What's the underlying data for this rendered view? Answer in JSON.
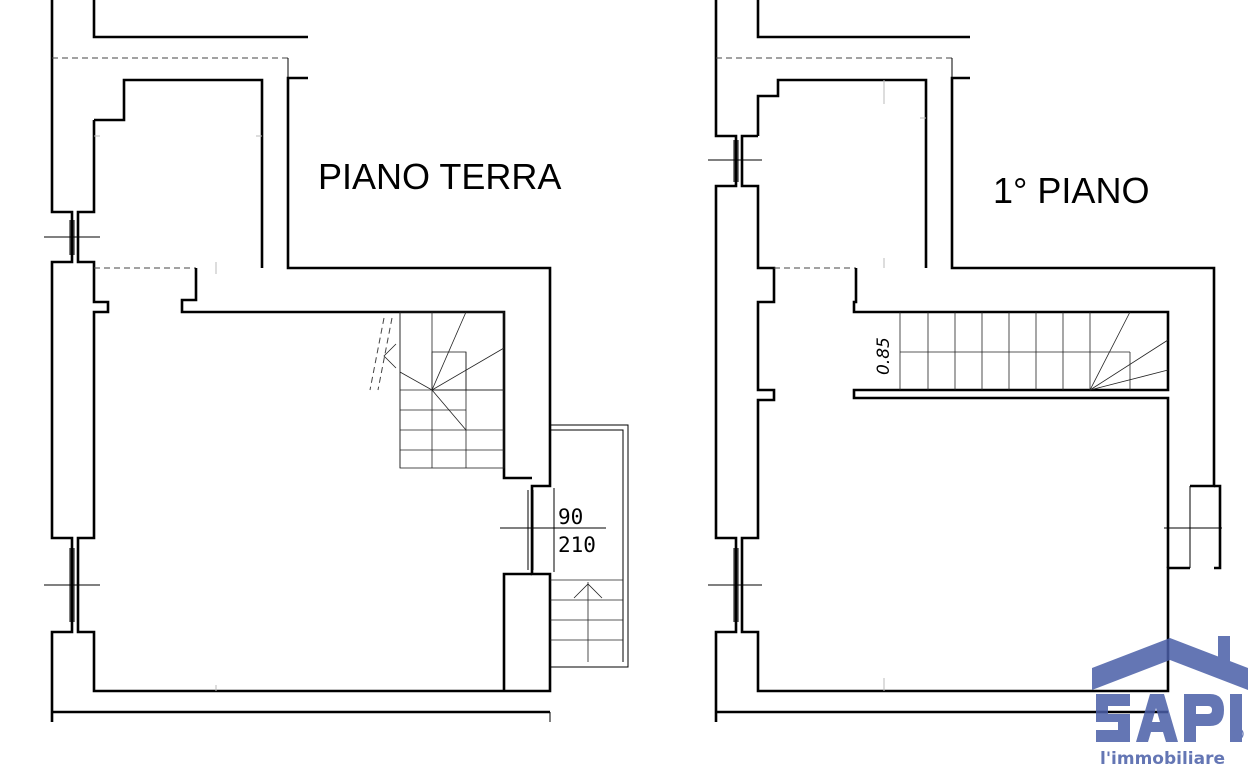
{
  "labels": {
    "ground_floor": "PIANO TERRA",
    "first_floor": "1° PIANO"
  },
  "dimensions": {
    "door_width": "90",
    "door_height": "210",
    "stair_width": "0.85"
  },
  "logo": {
    "brand": "SAPI",
    "registered": "®",
    "tagline": "l'immobiliare",
    "color": "#4a5fa8"
  },
  "colors": {
    "wall": "#000000",
    "background": "#ffffff"
  }
}
